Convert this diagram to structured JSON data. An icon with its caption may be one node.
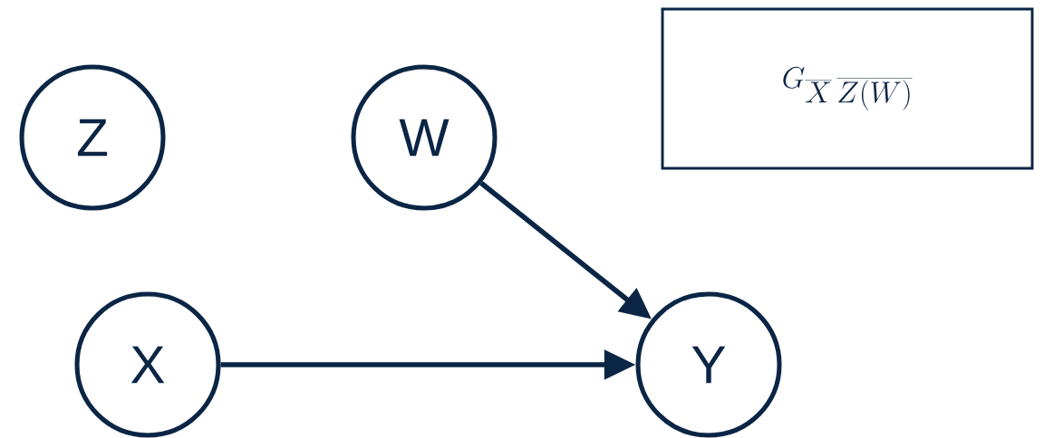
{
  "diagram": {
    "nodes": [
      {
        "text": [
          "Z"
        ]
      },
      {
        "text": [
          "W"
        ]
      },
      {
        "text": [
          "G_{\\overline{X}\\,\\overline{Z(W)}}"
        ]
      },
      {
        "text": [
          "X"
        ]
      },
      {
        "text": [
          "Y"
        ]
      }
    ],
    "edges": [
      {
        "from": 1,
        "to": 4,
        "arrow": "to"
      },
      {
        "from": 3,
        "to": 4,
        "arrow": "to"
      }
    ]
  }
}
